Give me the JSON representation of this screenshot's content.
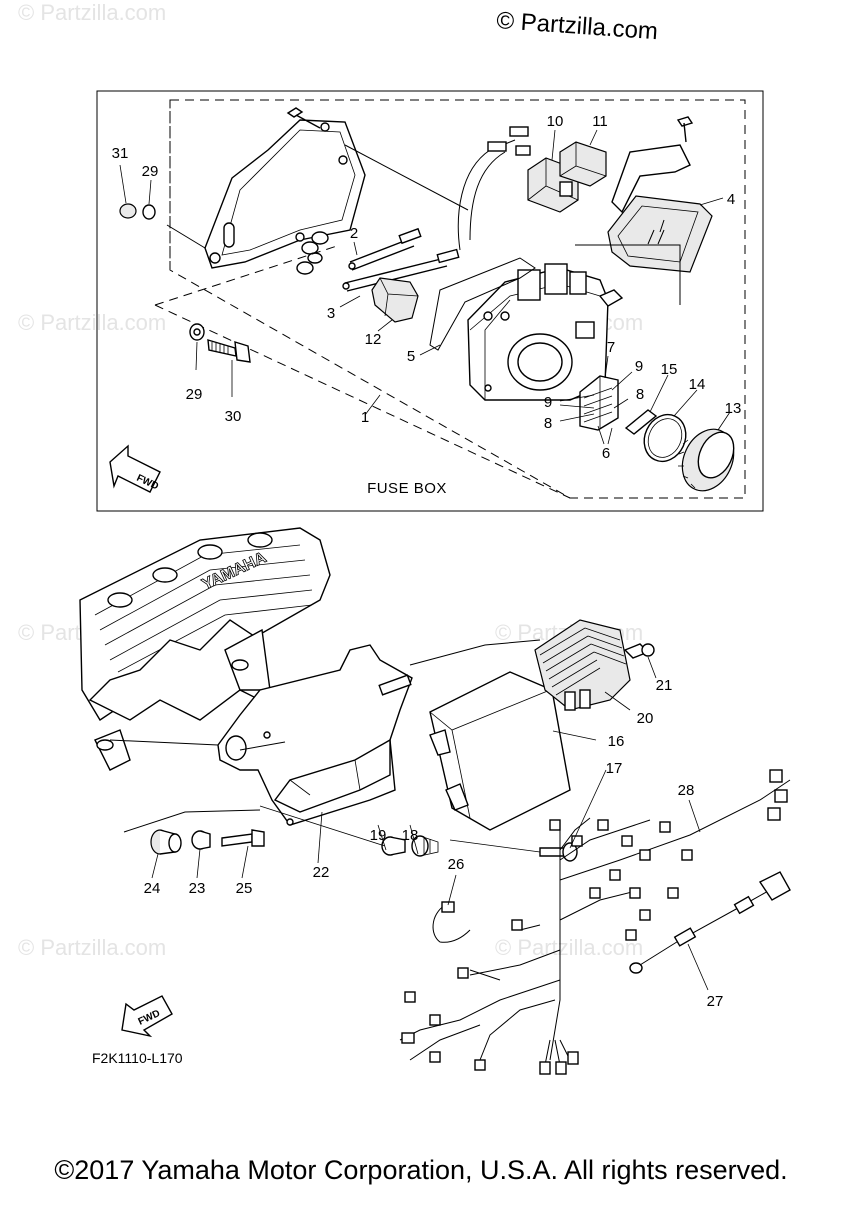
{
  "watermark": {
    "top_text": "© Partzilla.com",
    "faint_text": "© Partzilla.com"
  },
  "fuse_box": {
    "title": "FUSE BOX",
    "fwd_label": "FWD"
  },
  "lower": {
    "fwd_label": "FWD",
    "code": "F2K1110-L170"
  },
  "callouts": [
    "1",
    "2",
    "3",
    "4",
    "5",
    "6",
    "7",
    "8",
    "8",
    "9",
    "9",
    "10",
    "11",
    "12",
    "13",
    "14",
    "15",
    "16",
    "17",
    "18",
    "19",
    "20",
    "21",
    "22",
    "23",
    "24",
    "25",
    "26",
    "27",
    "28",
    "29",
    "29",
    "30",
    "31"
  ],
  "copyright": "©2017 Yamaha Motor Corporation, U.S.A. All rights reserved.",
  "engine_text": "YAMAHA"
}
